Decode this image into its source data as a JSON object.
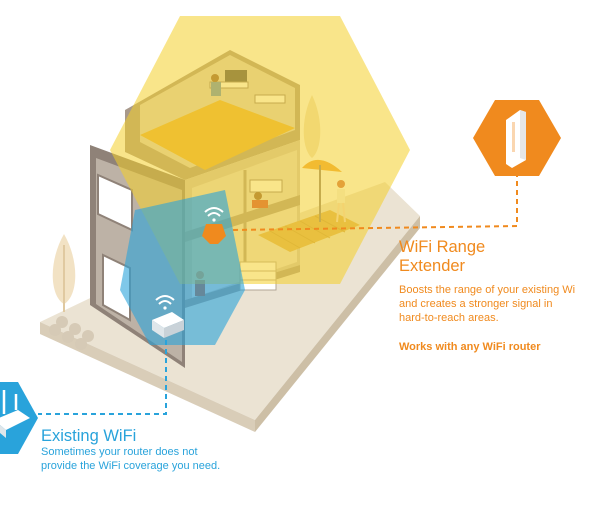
{
  "extender": {
    "title_line1": "WiFi Range",
    "title_line2": "Extender",
    "desc_line1": "Boosts the range of your existing Wi",
    "desc_line2": "and creates a stronger signal in",
    "desc_line3": "hard-to-reach areas.",
    "note": "Works with any WiFi router"
  },
  "existing_wifi": {
    "title": "Existing WiFi",
    "desc_line1": "Sometimes your router does not",
    "desc_line2": "provide the WiFi coverage you need."
  },
  "colors": {
    "extender_orange": "#f08a1e",
    "router_blue": "#29a3db",
    "coverage_yellow": "#f4d02a",
    "house_wall": "#c7bdb1",
    "house_dark": "#8f8278",
    "ground": "#ebe3d3"
  },
  "icons": [
    "wifi-extender-icon",
    "wifi-router-icon",
    "wifi-signal-icon"
  ]
}
